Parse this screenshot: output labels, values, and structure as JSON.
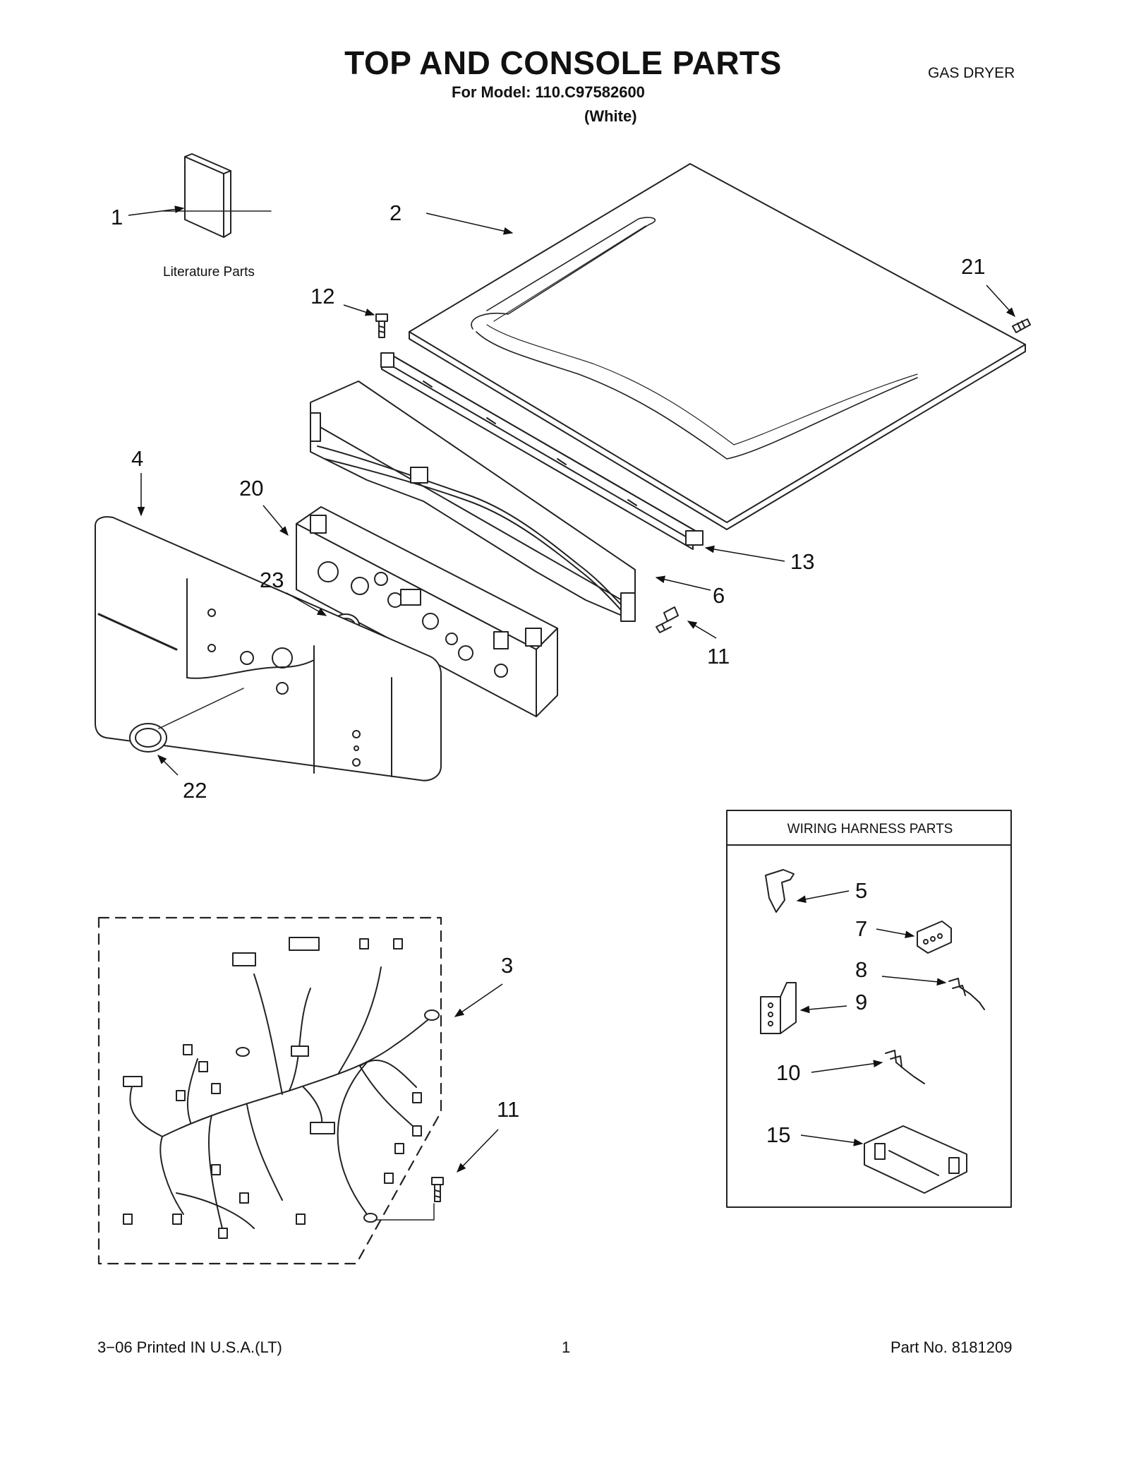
{
  "header": {
    "title": "TOP AND CONSOLE PARTS",
    "model_line": "For Model: 110.C97582600",
    "color_line": "(White)",
    "dryer_type": "GAS DRYER"
  },
  "literature_label": "Literature Parts",
  "wiring_box": {
    "title": "WIRING HARNESS PARTS"
  },
  "callouts": {
    "c1": "1",
    "c2": "2",
    "c3": "3",
    "c4": "4",
    "c5": "5",
    "c6": "6",
    "c7": "7",
    "c8": "8",
    "c9": "9",
    "c10": "10",
    "c11a": "11",
    "c11b": "11",
    "c12": "12",
    "c13": "13",
    "c15": "15",
    "c20": "20",
    "c21": "21",
    "c22": "22",
    "c23": "23"
  },
  "footer": {
    "left": "3−06 Printed IN U.S.A.(LT)",
    "page": "1",
    "part_no": "Part No. 8181209"
  }
}
